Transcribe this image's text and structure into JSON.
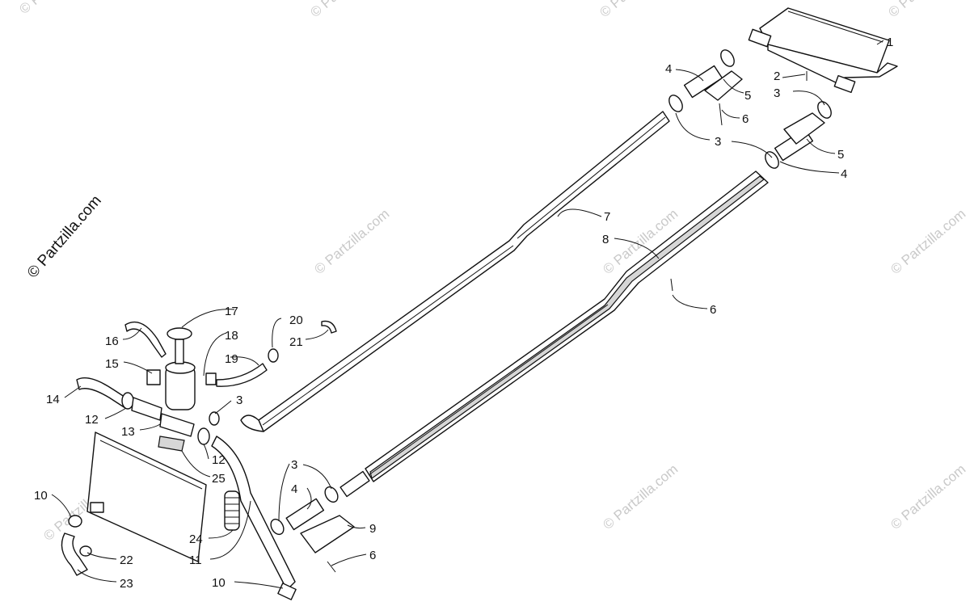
{
  "credit": "© Partzilla.com",
  "watermark": "© Partzilla.com",
  "callouts": [
    "1",
    "2",
    "3",
    "4",
    "5",
    "6",
    "7",
    "8",
    "9",
    "10",
    "11",
    "12",
    "13",
    "14",
    "15",
    "16",
    "17",
    "18",
    "19",
    "20",
    "21",
    "22",
    "23",
    "24",
    "25"
  ]
}
